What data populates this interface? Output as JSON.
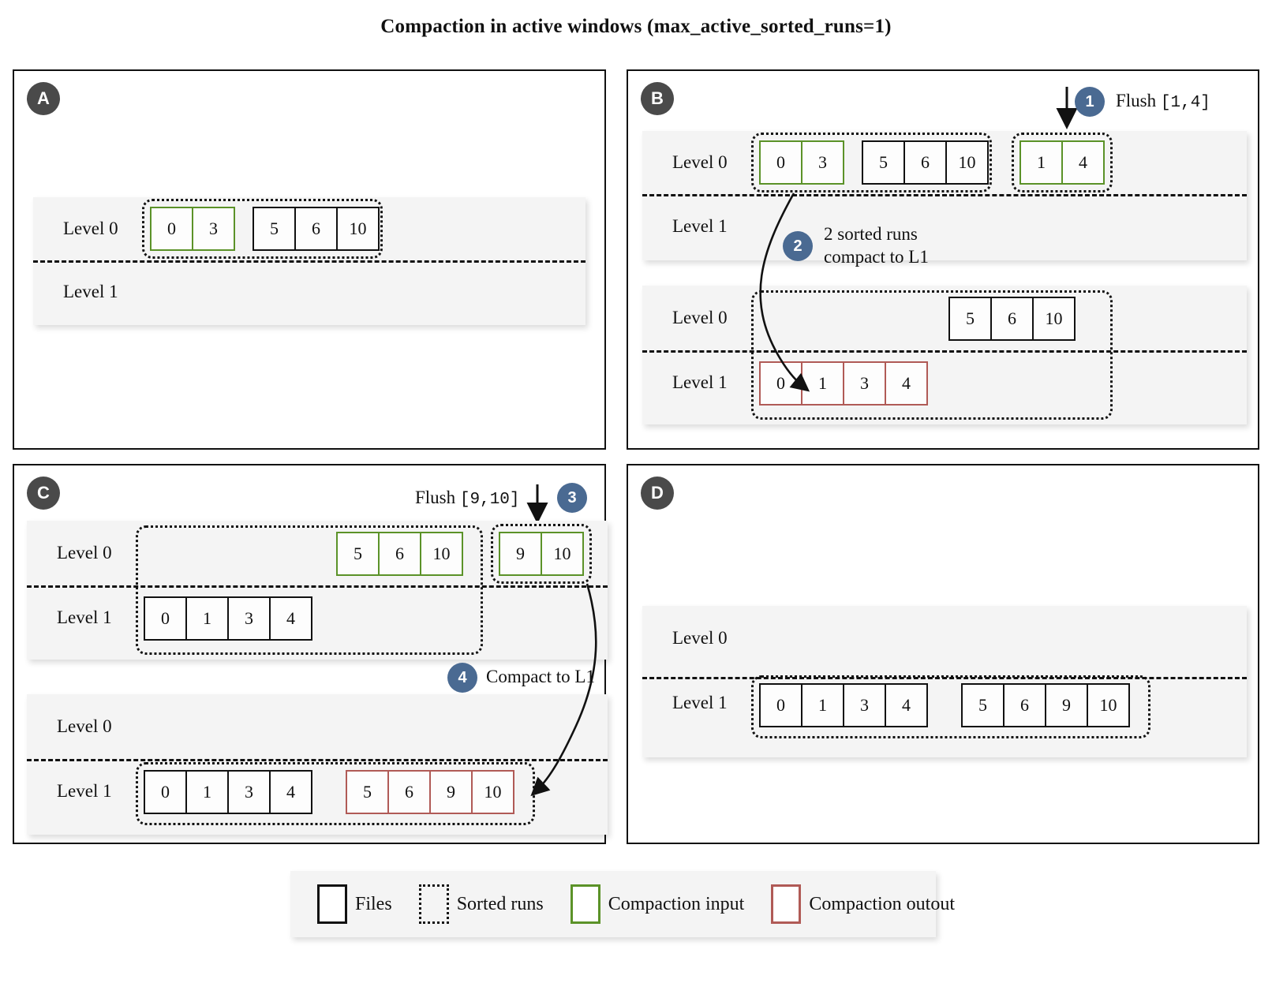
{
  "title": "Compaction in active windows (max_active_sorted_runs=1)",
  "levels": {
    "l0": "Level 0",
    "l1": "Level 1"
  },
  "panels": {
    "a": {
      "badge": "A",
      "block": {
        "l0_runs": [
          {
            "style": "compaction-input",
            "files": [
              "0",
              "3"
            ]
          },
          {
            "style": "files",
            "files": [
              "5",
              "6",
              "10"
            ]
          }
        ],
        "l1_runs": []
      }
    },
    "b": {
      "badge": "B",
      "flush": {
        "label": "Flush",
        "range": "[1,4]",
        "step": "1"
      },
      "note": {
        "step": "2",
        "text": "2 sorted runs\ncompact to L1"
      },
      "block_top": {
        "l0_runs": [
          {
            "style": "compaction-input",
            "files": [
              "0",
              "3"
            ]
          },
          {
            "style": "files",
            "files": [
              "5",
              "6",
              "10"
            ]
          },
          {
            "style": "compaction-input",
            "files": [
              "1",
              "4"
            ]
          }
        ],
        "l1_runs": []
      },
      "block_bottom": {
        "l0_runs": [
          {
            "style": "files",
            "files": [
              "5",
              "6",
              "10"
            ]
          }
        ],
        "l1_runs": [
          {
            "style": "compaction-output",
            "files": [
              "0",
              "1",
              "3",
              "4"
            ]
          }
        ]
      }
    },
    "c": {
      "badge": "C",
      "flush": {
        "label": "Flush",
        "range": "[9,10]",
        "step": "3"
      },
      "note": {
        "step": "4",
        "text": "Compact to L1"
      },
      "block_top": {
        "l0_runs": [
          {
            "style": "compaction-input",
            "files": [
              "5",
              "6",
              "10"
            ]
          },
          {
            "style": "compaction-input",
            "files": [
              "9",
              "10"
            ]
          }
        ],
        "l1_runs": [
          {
            "style": "files",
            "files": [
              "0",
              "1",
              "3",
              "4"
            ]
          }
        ]
      },
      "block_bottom": {
        "l0_runs": [],
        "l1_runs": [
          {
            "style": "files",
            "files": [
              "0",
              "1",
              "3",
              "4"
            ]
          },
          {
            "style": "compaction-output",
            "files": [
              "5",
              "6",
              "9",
              "10"
            ]
          }
        ]
      }
    },
    "d": {
      "badge": "D",
      "block": {
        "l0_runs": [],
        "l1_runs": [
          {
            "style": "files",
            "files": [
              "0",
              "1",
              "3",
              "4"
            ]
          },
          {
            "style": "files",
            "files": [
              "5",
              "6",
              "9",
              "10"
            ]
          }
        ]
      }
    }
  },
  "legend": [
    {
      "swatch": "files",
      "label": "Files"
    },
    {
      "swatch": "sorted",
      "label": "Sorted runs"
    },
    {
      "swatch": "input",
      "label": "Compaction input"
    },
    {
      "swatch": "output",
      "label": "Compaction outout"
    }
  ],
  "colors": {
    "compaction_input": "#5b9228",
    "compaction_output": "#b05a56",
    "step_badge": "#4a6a92",
    "panel_badge": "#4a4a4a",
    "level_band": "#f4f4f4"
  }
}
